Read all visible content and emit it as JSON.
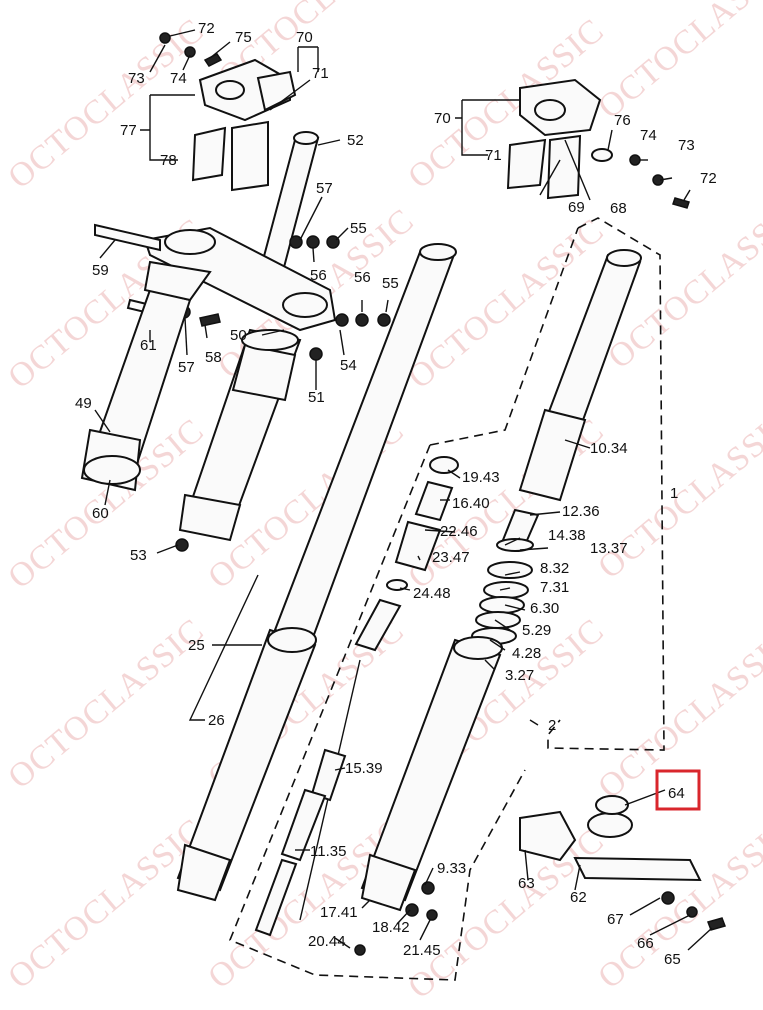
{
  "watermark": "OCTOCLASSIC",
  "highlight_color": "#d9262c",
  "callouts": {
    "c72a": "72",
    "c73a": "73",
    "c74a": "74",
    "c75": "75",
    "c70a": "70",
    "c71a": "71",
    "c77": "77",
    "c78": "78",
    "c52": "52",
    "c57a": "57",
    "c55a": "55",
    "c59": "59",
    "c56a": "56",
    "c56b": "56",
    "c55b": "55",
    "c61": "61",
    "c58": "58",
    "c57b": "57",
    "c50": "50",
    "c54": "54",
    "c51": "51",
    "c49": "49",
    "c60": "60",
    "c53": "53",
    "c25": "25",
    "c26": "26",
    "c70b": "70",
    "c71b": "71",
    "c76": "76",
    "c74b": "74",
    "c73b": "73",
    "c72b": "72",
    "c69": "69",
    "c68": "68",
    "c1": "1",
    "c1034": "10.34",
    "c1943": "19.43",
    "c1640": "16.40",
    "c1236": "12.36",
    "c1438": "14.38",
    "c2246": "22.46",
    "c1337": "13.37",
    "c2347": "23.47",
    "c832": "8.32",
    "c731": "7.31",
    "c2448": "24.48",
    "c630": "6.30",
    "c529": "5.29",
    "c428": "4.28",
    "c327": "3.27",
    "c2": "2",
    "c1539": "15.39",
    "c64": "64",
    "c1135": "11.35",
    "c933": "9.33",
    "c63": "63",
    "c62": "62",
    "c1741": "17.41",
    "c1842": "18.42",
    "c67": "67",
    "c2044": "20.44",
    "c2145": "21.45",
    "c66": "66",
    "c65": "65"
  }
}
